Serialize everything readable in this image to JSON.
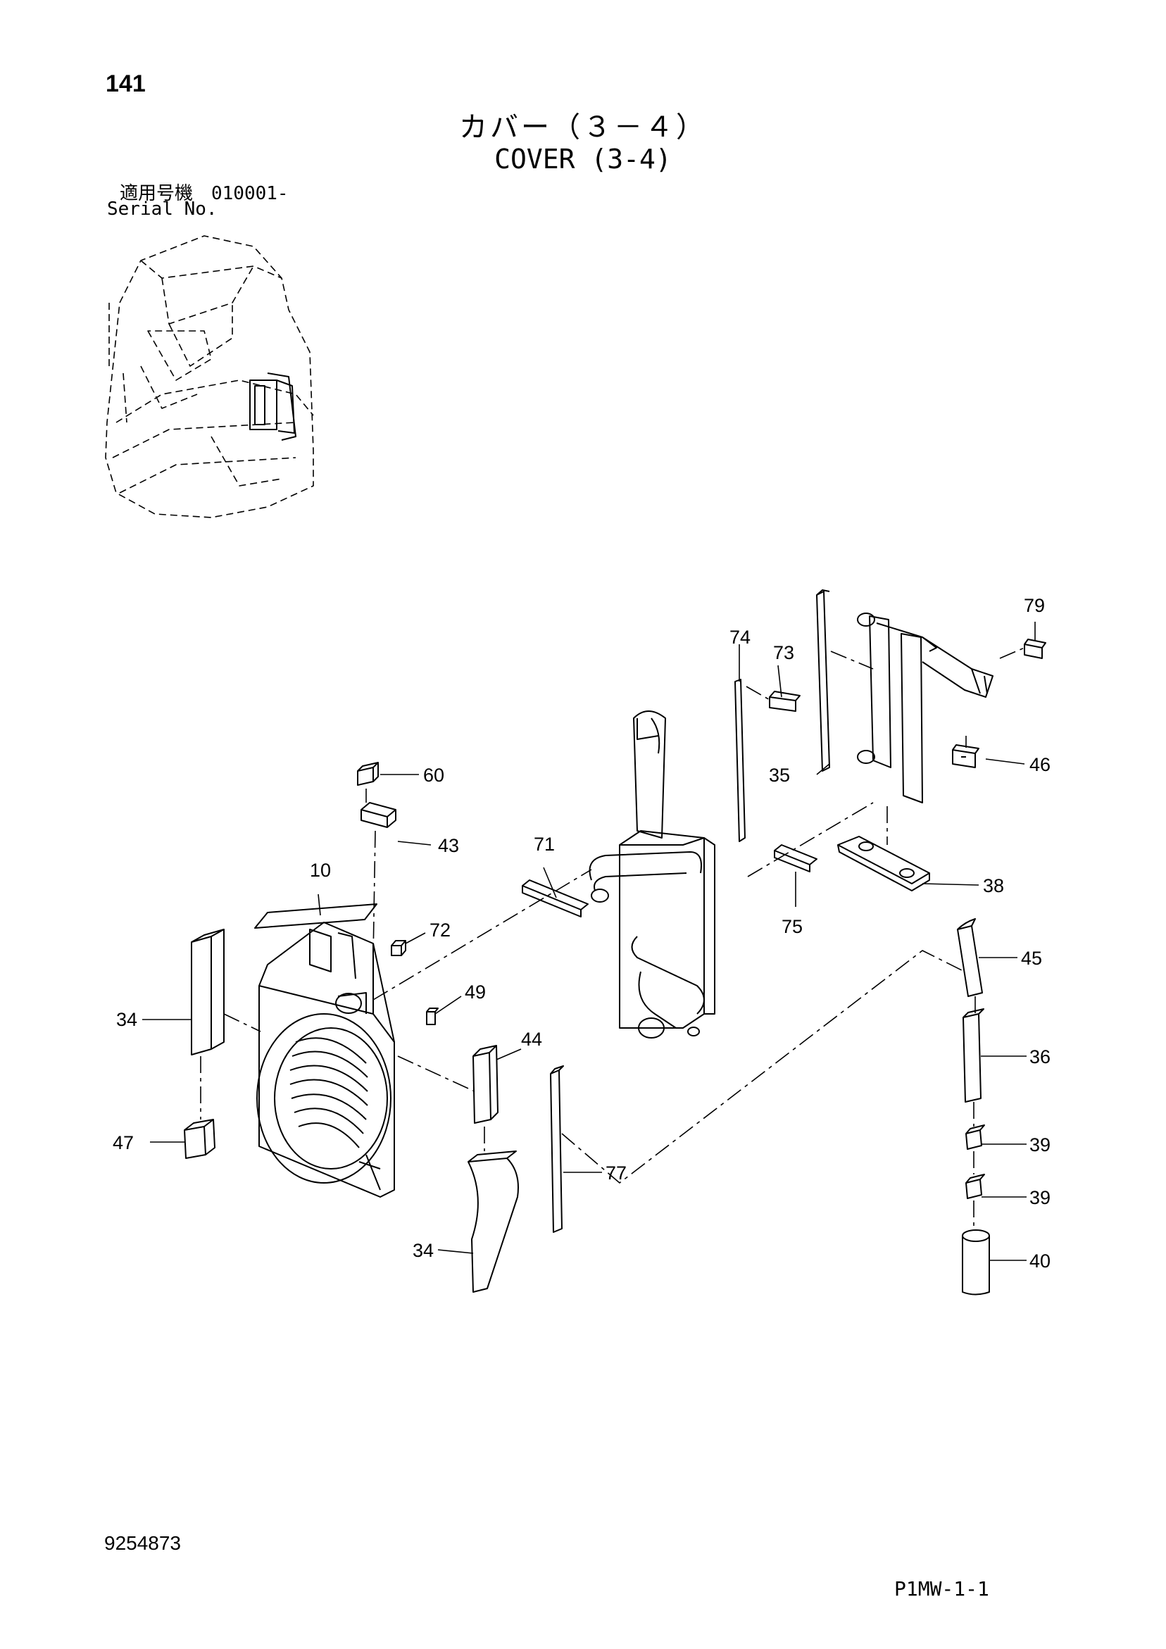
{
  "header": {
    "page_number": "141",
    "title_jp": "カバー（３－４）",
    "title_en": "COVER (3-4)",
    "serial_label_jp": "適用号機　010001-",
    "serial_label_en": "Serial No."
  },
  "footer": {
    "doc_number": "9254873",
    "sheet_code": "P1MW-1-1"
  },
  "callouts": [
    "79",
    "74",
    "73",
    "46",
    "35",
    "60",
    "71",
    "43",
    "38",
    "10",
    "75",
    "72",
    "45",
    "49",
    "34",
    "36",
    "44",
    "47",
    "39",
    "77",
    "40"
  ],
  "callouts_second": {
    "p34b": "34",
    "p39b": "39"
  }
}
